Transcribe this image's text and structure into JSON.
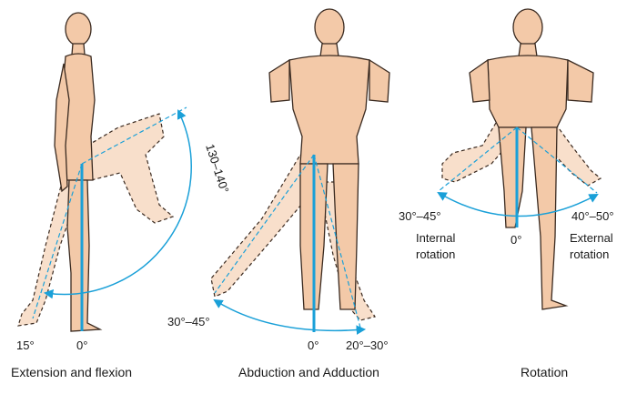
{
  "colors": {
    "skin": "#f3c9a8",
    "skin_light": "#f8dfcb",
    "outline": "#3a2a20",
    "accent": "#1aa0d8",
    "text": "#1a1a1a"
  },
  "panels": [
    {
      "caption": "Extension and flexion",
      "labels": {
        "flexion": "130–140°",
        "extension": "15°",
        "neutral": "0°"
      }
    },
    {
      "caption": "Abduction and Adduction",
      "labels": {
        "abduction": "30°–45°",
        "adduction": "20°–30°",
        "neutral": "0°"
      }
    },
    {
      "caption": "Rotation",
      "labels": {
        "internal_angle": "30°–45°",
        "internal_line1": "Internal",
        "internal_line2": "rotation",
        "neutral": "0°",
        "external_angle": "40°–50°",
        "external_line1": "External",
        "external_line2": "rotation"
      }
    }
  ]
}
